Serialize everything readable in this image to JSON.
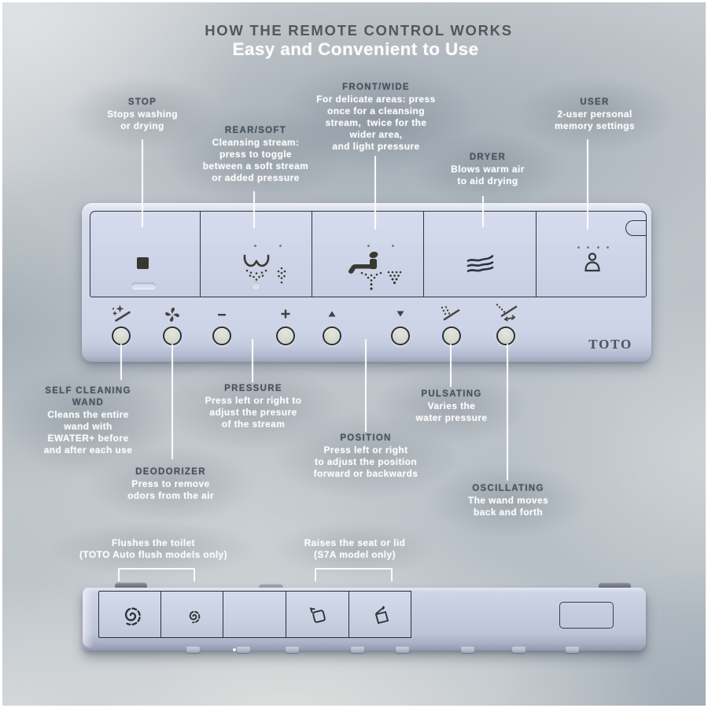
{
  "header": {
    "title": "HOW THE REMOTE CONTROL WORKS",
    "subtitle": "Easy and Convenient to Use"
  },
  "brand": {
    "logo": "TOTO"
  },
  "colors": {
    "background_top": "#dcdfe1",
    "background_bottom": "#a7b1b9",
    "remote_body": "#d2d8ea",
    "panel_line": "#30343b",
    "heading_text": "#49515a",
    "body_text": "#fcfdfd",
    "leader_line": "#ffffff"
  },
  "callouts": {
    "stop": {
      "heading": "STOP",
      "body": "Stops washing\nor drying"
    },
    "rear_soft": {
      "heading": "REAR/SOFT",
      "body": "Cleansing stream:\npress to toggle\nbetween a soft stream\nor added pressure"
    },
    "front_wide": {
      "heading": "FRONT/WIDE",
      "body": "For delicate areas: press\nonce for a cleansing\nstream,  twice for the\nwider area,\nand light pressure"
    },
    "dryer": {
      "heading": "DRYER",
      "body": "Blows warm air\nto aid drying"
    },
    "user": {
      "heading": "USER",
      "body": "2-user personal\nmemory settings"
    },
    "self_cleaning_wand": {
      "heading": "SELF CLEANING\nWAND",
      "body": "Cleans the entire\nwand with\nEWATER+ before\nand after each use"
    },
    "deodorizer": {
      "heading": "DEODORIZER",
      "body": "Press to remove\nodors from the air"
    },
    "pressure": {
      "heading": "PRESSURE",
      "body": "Press left or right to\nadjust the presure\nof the stream"
    },
    "position": {
      "heading": "POSITION",
      "body": "Press left or right\nto adjust the position\nforward or backwards"
    },
    "pulsating": {
      "heading": "PULSATING",
      "body": "Varies the\nwater pressure"
    },
    "oscillating": {
      "heading": "OSCILLATING",
      "body": "The wand moves\nback and forth"
    }
  },
  "back_labels": {
    "flush": {
      "body": "Flushes the toilet\n(TOTO Auto flush models only)"
    },
    "seat": {
      "body": "Raises the seat or lid\n(S7A model only)"
    }
  },
  "remote_front": {
    "big_buttons": [
      "stop",
      "rear-soft",
      "front-wide",
      "dryer",
      "user"
    ],
    "small_buttons": [
      "self-cleaning-wand",
      "deodorizer",
      "minus",
      "plus",
      "position-up",
      "position-down",
      "pulsating",
      "oscillating"
    ]
  },
  "remote_back": {
    "buttons": [
      "flush-full",
      "flush-light",
      "blank",
      "seat-raise",
      "lid-raise"
    ]
  }
}
